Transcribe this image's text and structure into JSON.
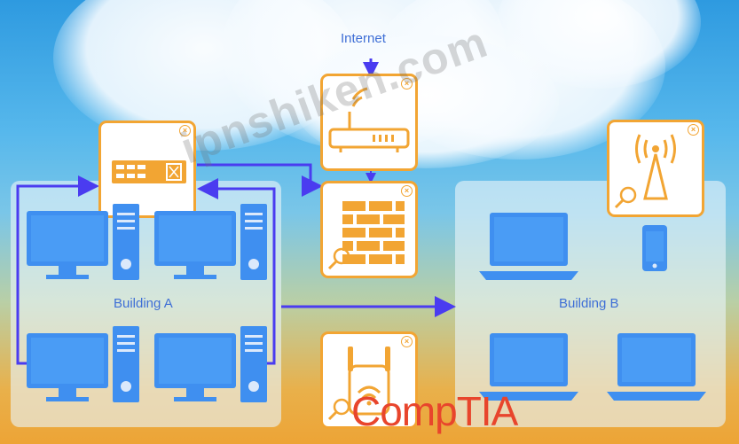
{
  "labels": {
    "internet": "Internet",
    "building_a": "Building A",
    "building_b": "Building B"
  },
  "watermark": "ipnshiken.com",
  "logo": "CompTIA",
  "icons": {
    "close": "×",
    "magnifier": "magnifier-icon"
  },
  "colors": {
    "device_border": "#f2a533",
    "wire": "#4a3cf0",
    "computer": "#3f8ff0"
  }
}
